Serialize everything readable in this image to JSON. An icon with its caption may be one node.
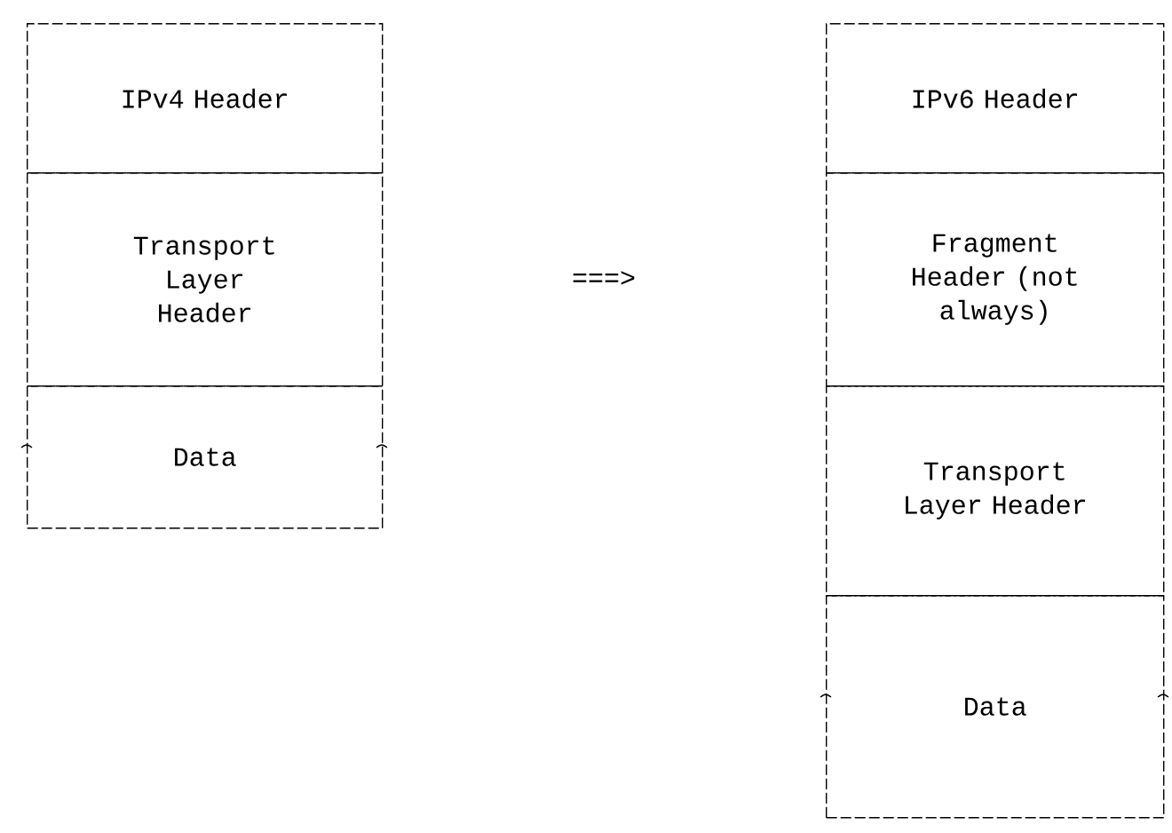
{
  "diagram": {
    "nodes": [
      {
        "text": [
          "IPv4 Header"
        ]
      },
      {
        "text": [
          "Transport Layer Header"
        ]
      },
      {
        "text": [
          "Data"
        ]
      },
      {
        "text": [
          "IPv6 Header"
        ]
      },
      {
        "text": [
          "Fragment Header (not always)"
        ]
      },
      {
        "text": [
          "Transport Layer Header"
        ]
      },
      {
        "text": [
          "Data"
        ]
      }
    ],
    "labels": [
      "===>"
    ]
  }
}
